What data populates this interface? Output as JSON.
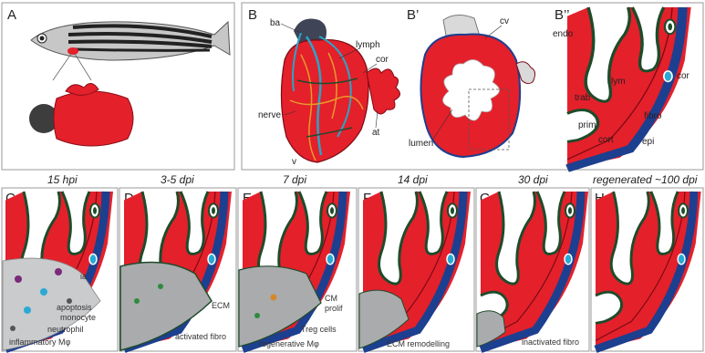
{
  "panels_top": {
    "A": {
      "letter": "A"
    },
    "B": {
      "letter": "B",
      "labels": {
        "ba": "ba",
        "lymph": "lymph",
        "cor": "cor",
        "nerve": "nerve",
        "v": "v",
        "at": "at"
      }
    },
    "B1": {
      "letter": "B’",
      "labels": {
        "cv": "cv",
        "lumen": "lumen"
      }
    },
    "B2": {
      "letter": "B’’",
      "labels": {
        "endo": "endo",
        "cor": "cor",
        "lym": "lym",
        "trab": "trab",
        "fibro": "fibro",
        "prim": "prim",
        "cort": "cort",
        "epi": "epi"
      }
    }
  },
  "panels_bottom": [
    {
      "letter": "C",
      "time": "15 hpi",
      "labels": [
        "ia",
        "apoptosis",
        "monocyte",
        "neutrophil",
        "inflammatory Mφ"
      ]
    },
    {
      "letter": "D",
      "time": "3-5 dpi",
      "labels": [
        "ECM",
        "activated fibro"
      ]
    },
    {
      "letter": "E",
      "time": "7 dpi",
      "labels": [
        "CM",
        "prolif",
        "Treg cells",
        "regenerative Mφ"
      ]
    },
    {
      "letter": "F",
      "time": "14 dpi",
      "labels": [
        "ECM remodelling"
      ]
    },
    {
      "letter": "G",
      "time": "30 dpi",
      "labels": [
        "inactivated fibro"
      ]
    },
    {
      "letter": "H",
      "time": "regenerated ~100 dpi",
      "labels": []
    }
  ],
  "colors": {
    "myocardium": "#e4202b",
    "epicardium": "#1d3f8f",
    "endocardium": "#1e4b2a",
    "injury": "#c9cbcc",
    "frame": "#9a9a9a"
  }
}
